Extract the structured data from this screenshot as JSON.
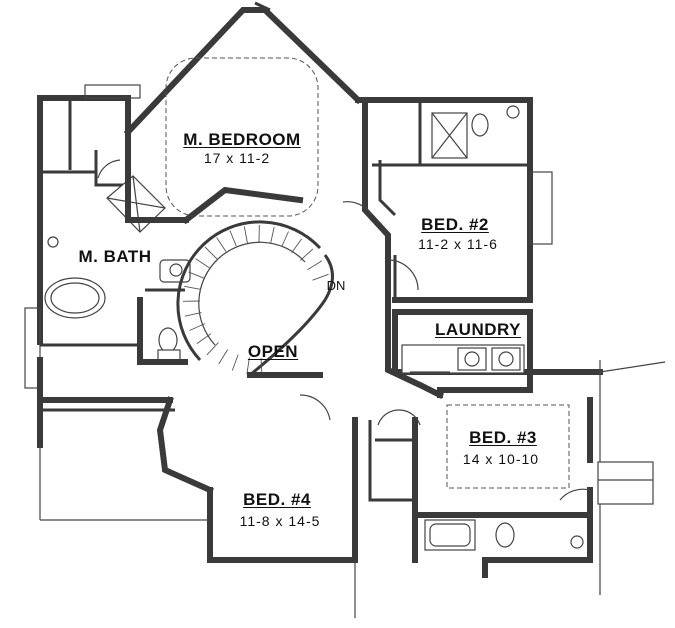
{
  "rooms": {
    "master_bedroom": {
      "name": "M. BEDROOM",
      "size": "17 x 11-2"
    },
    "bed2": {
      "name": "BED. #2",
      "size": "11-2 x 11-6"
    },
    "master_bath": {
      "name": "M. BATH"
    },
    "laundry": {
      "name": "LAUNDRY"
    },
    "open": {
      "name": "OPEN"
    },
    "bed3": {
      "name": "BED. #3",
      "size": "14 x 10-10"
    },
    "bed4": {
      "name": "BED. #4",
      "size": "11-8 x 14-5"
    }
  },
  "stair": {
    "direction_label": "DN"
  }
}
